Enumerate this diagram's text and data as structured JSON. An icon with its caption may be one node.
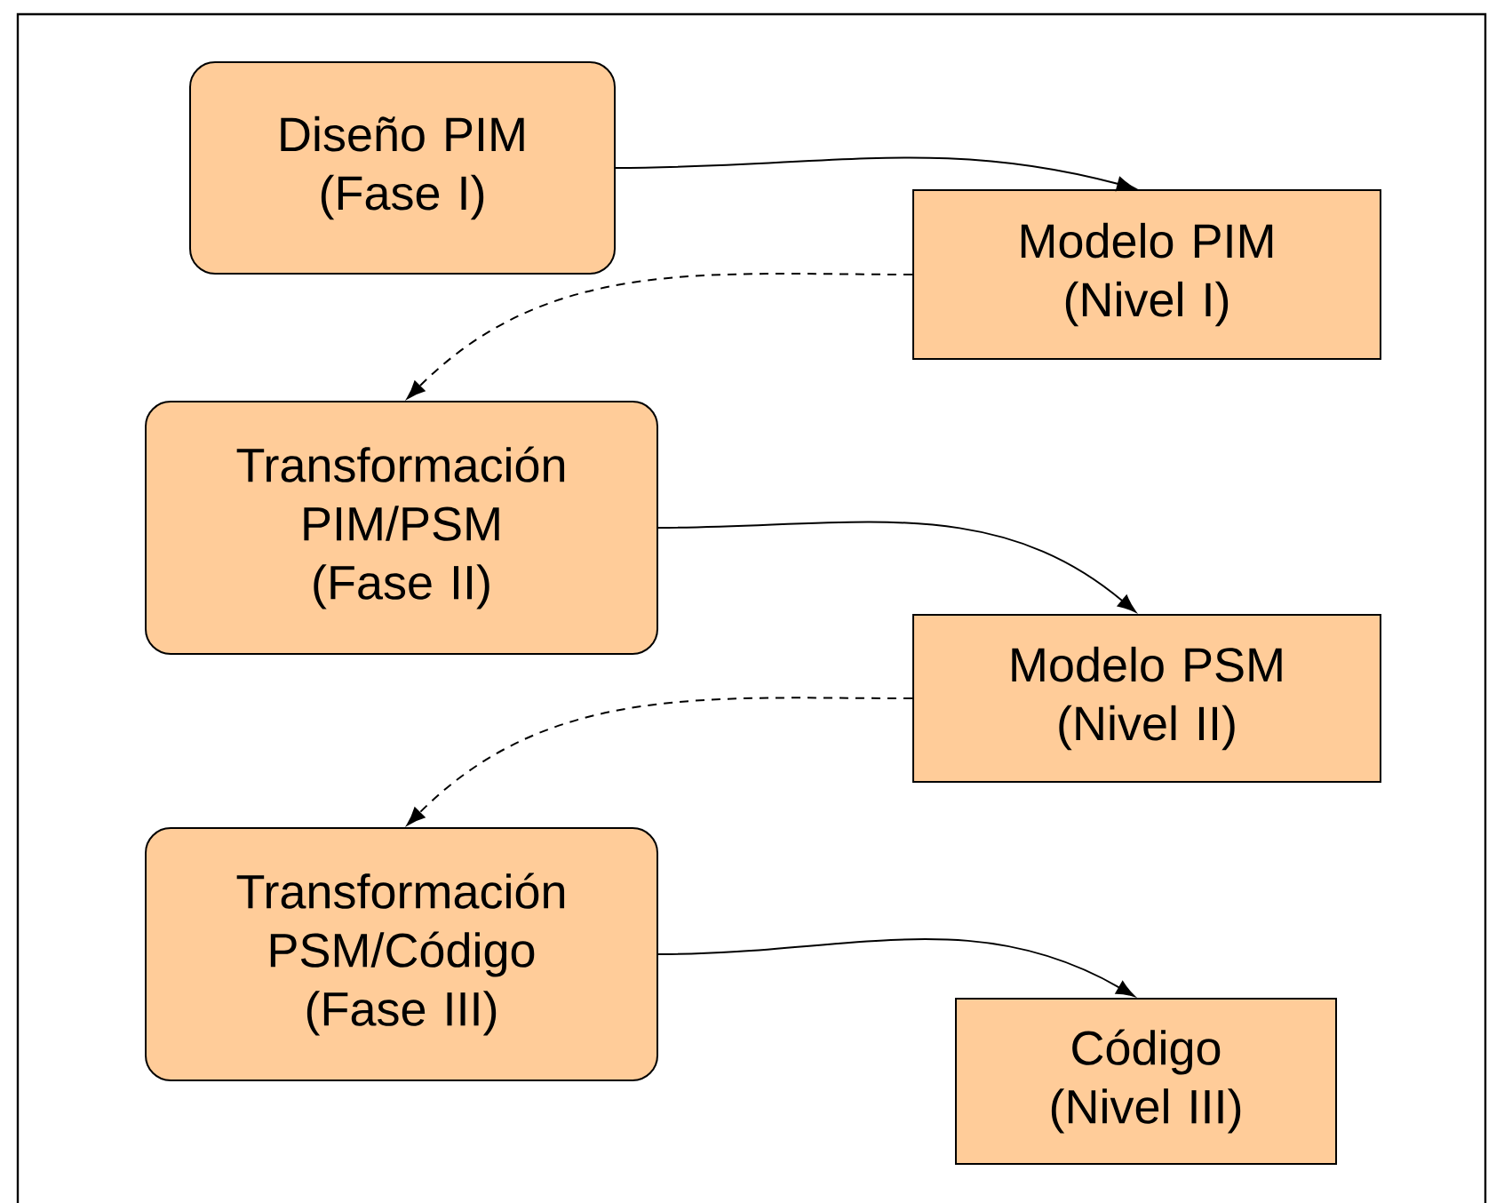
{
  "diagram": {
    "nodes": [
      {
        "text": [
          "Diseño PIM (Fase I)"
        ]
      },
      {
        "text": [
          "Modelo PIM (Nivel I)"
        ]
      },
      {
        "text": [
          "Transformación PIM/PSM (Fase II)"
        ]
      },
      {
        "text": [
          "Modelo PSM (Nivel II)"
        ]
      },
      {
        "text": [
          "Transformación PSM/Código (Fase III)"
        ]
      },
      {
        "text": [
          "Código (Nivel III)"
        ]
      }
    ],
    "edges": [
      {
        "from": 0,
        "to": 1,
        "arrow": "to"
      },
      {
        "from": 1,
        "to": 2,
        "arrow": "to",
        "style": "dashed"
      },
      {
        "from": 2,
        "to": 3,
        "arrow": "to"
      },
      {
        "from": 3,
        "to": 4,
        "arrow": "to",
        "style": "dashed"
      },
      {
        "from": 4,
        "to": 5,
        "arrow": "to"
      }
    ]
  }
}
